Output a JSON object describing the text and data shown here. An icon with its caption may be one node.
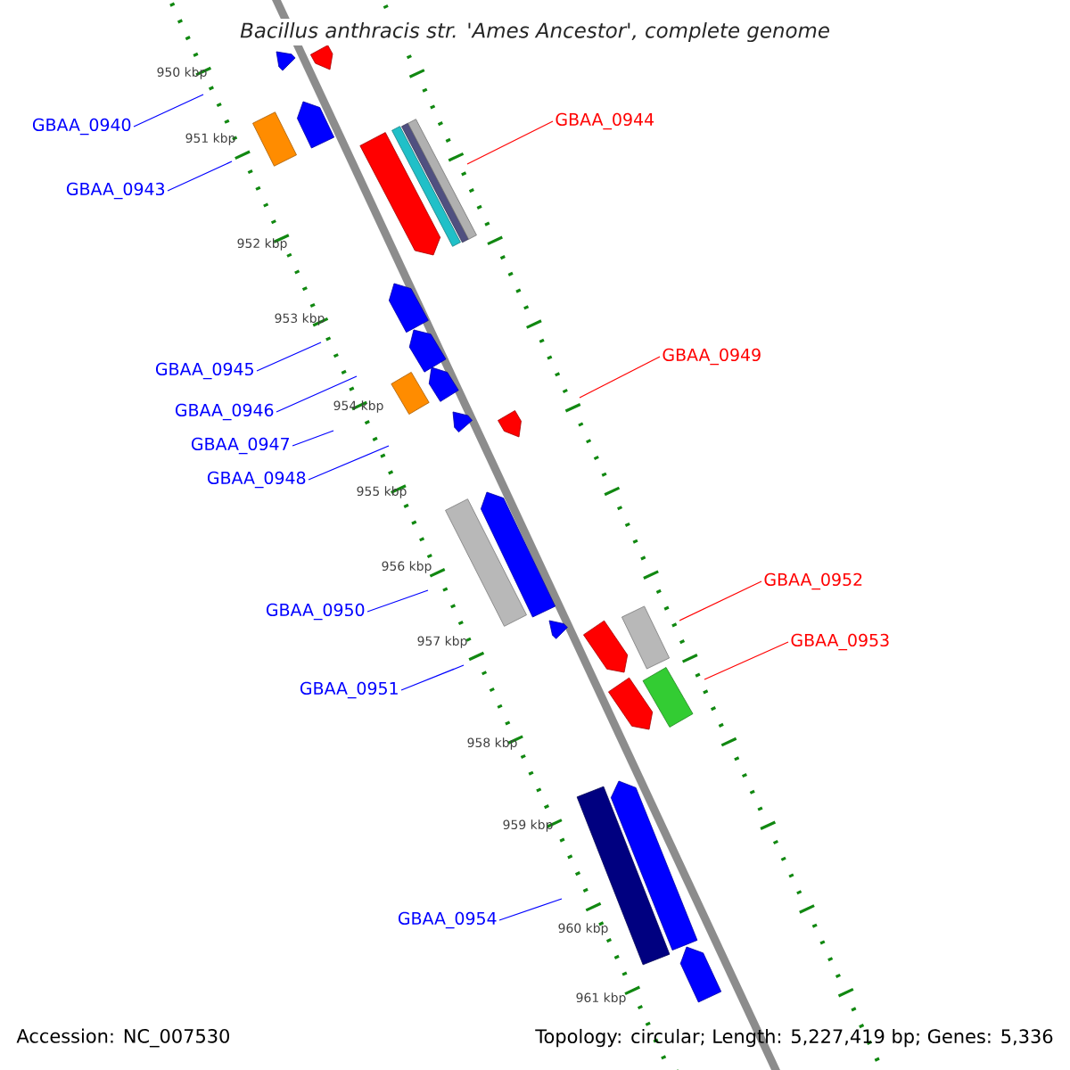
{
  "diagram": {
    "title": "Bacillus anthracis str. 'Ames Ancestor', complete genome",
    "nodes": [
      {
        "text": [
          "GBAA_0940"
        ]
      },
      {
        "text": [
          "GBAA_0943"
        ]
      },
      {
        "text": [
          "GBAA_0944"
        ]
      },
      {
        "text": [
          "GBAA_0945"
        ]
      },
      {
        "text": [
          "GBAA_0946"
        ]
      },
      {
        "text": [
          "GBAA_0947"
        ]
      },
      {
        "text": [
          "GBAA_0948"
        ]
      },
      {
        "text": [
          "GBAA_0949"
        ]
      },
      {
        "text": [
          "GBAA_0950"
        ]
      },
      {
        "text": [
          "GBAA_0951"
        ]
      },
      {
        "text": [
          "GBAA_0952"
        ]
      },
      {
        "text": [
          "GBAA_0953"
        ]
      },
      {
        "text": [
          "GBAA_0954"
        ]
      }
    ],
    "edges": [
      {
        "from": 0,
        "to": null,
        "arrow": "none"
      },
      {
        "from": 1,
        "to": null,
        "arrow": "none"
      },
      {
        "from": 2,
        "to": null,
        "arrow": "none",
        "color": "#ff0000"
      },
      {
        "from": 3,
        "to": null,
        "arrow": "none"
      },
      {
        "from": 4,
        "to": null,
        "arrow": "none"
      },
      {
        "from": 5,
        "to": null,
        "arrow": "none"
      },
      {
        "from": 6,
        "to": null,
        "arrow": "none"
      },
      {
        "from": 7,
        "to": null,
        "arrow": "none",
        "color": "#ff0000"
      },
      {
        "from": 8,
        "to": null,
        "arrow": "none"
      },
      {
        "from": 9,
        "to": null,
        "arrow": "none"
      },
      {
        "from": 10,
        "to": null,
        "arrow": "none",
        "color": "#ff0000"
      },
      {
        "from": 11,
        "to": null,
        "arrow": "none",
        "color": "#ff0000"
      },
      {
        "from": 12,
        "to": null,
        "arrow": "none"
      }
    ],
    "labels": [
      "950 kbp",
      "951 kbp",
      "952 kbp",
      "953 kbp",
      "954 kbp",
      "955 kbp",
      "956 kbp",
      "957 kbp",
      "958 kbp",
      "959 kbp",
      "960 kbp",
      "961 kbp",
      "Accession: NC_007530",
      "Topology: circular; Length: 5,227,419 bp; Genes: 5,336"
    ]
  }
}
